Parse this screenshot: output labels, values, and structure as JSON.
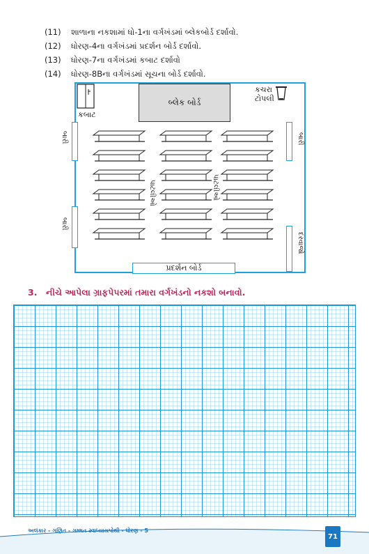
{
  "questions": [
    {
      "num": "(11)",
      "text": "શાળાના નકશામાં ધો-1ના વર્ગખંડમાં બ્લેકબોર્ડ દર્શાવો."
    },
    {
      "num": "(12)",
      "text": "ધોરણ-4ના વર્ગખંડમાં પ્રદર્શન બોર્ડ દર્શાવો."
    },
    {
      "num": "(13)",
      "text": "ધોરણ-7ના વર્ગખંડમાં કબાટ દર્શાવો"
    },
    {
      "num": "(14)",
      "text": "ધોરણ-8Bના વર્ગખંડમાં સૂચના બોર્ડ દર્શાવો."
    }
  ],
  "classroom": {
    "blackboard": "બ્લેક બોર્ડ",
    "cupboard": "કબાટ",
    "dustbin_line1": "કચરા",
    "dustbin_line2": "ટોપલી",
    "window_label": "બારી",
    "benches_label": "પાટલીઓ",
    "door_label": "દરવાજો",
    "display_board": "પ્રદર્શન બોર્ડ"
  },
  "section3": {
    "num": "3.",
    "text": "નીચે આપેલા ગ્રાફપેપરમાં તમારા વર્ગખંડનો નકશો બનાવો."
  },
  "footer": {
    "text": "અલંકાર - ગણિત - ગમ્મત સ્વાધ્યાયપોથી - ધોરણ - 5",
    "page": "71"
  },
  "colors": {
    "accent": "#1aa3dc",
    "heading": "#c0245c",
    "footer": "#1c72b8"
  }
}
